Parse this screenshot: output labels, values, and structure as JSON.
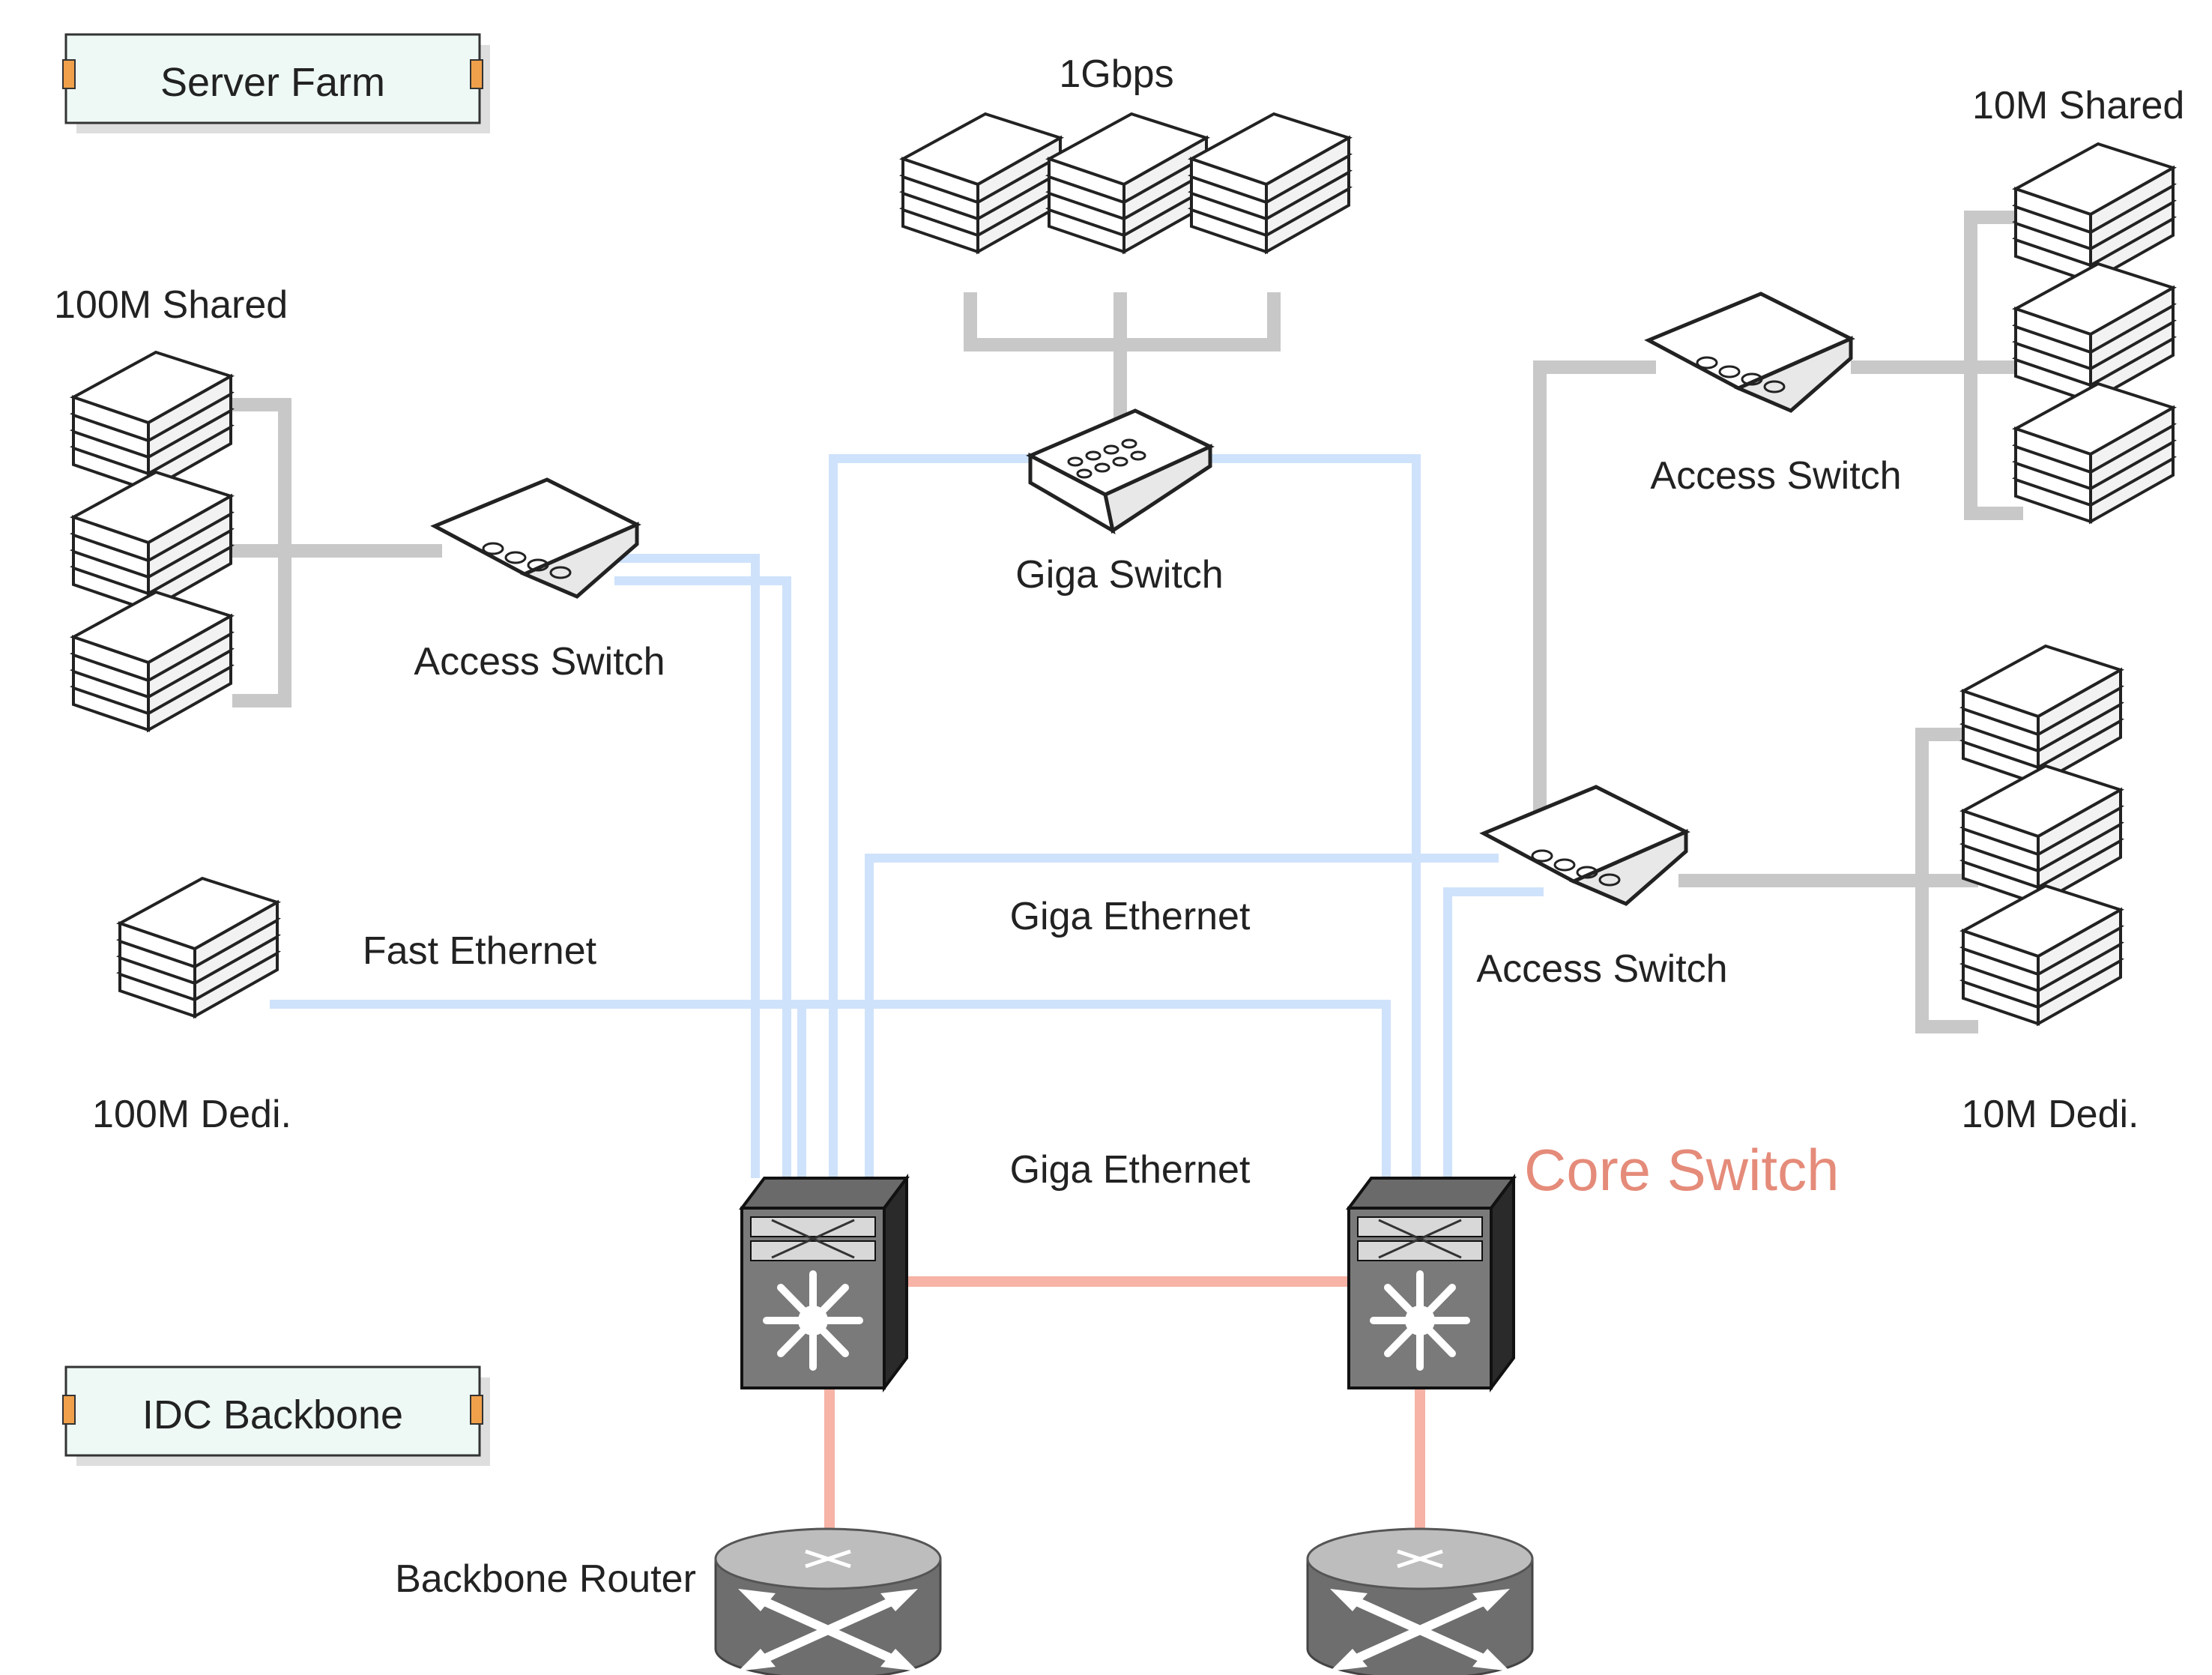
{
  "legend": {
    "server_farm": "Server Farm",
    "idc_backbone": "IDC Backbone"
  },
  "labels": {
    "gbps": "1Gbps",
    "shared_100m": "100M Shared",
    "shared_10m": "10M Shared",
    "dedi_100m": "100M Dedi.",
    "dedi_10m": "10M Dedi.",
    "access_switch_left": "Access Switch",
    "access_switch_top_right": "Access Switch",
    "access_switch_mid_right": "Access Switch",
    "giga_switch": "Giga Switch",
    "fast_ethernet": "Fast Ethernet",
    "giga_ethernet_upper": "Giga Ethernet",
    "giga_ethernet_lower": "Giga Ethernet",
    "core_switch": "Core Switch",
    "backbone_router": "Backbone Router"
  },
  "colors": {
    "grey_link": "#c8c8c8",
    "blue_link": "#cfe2fb",
    "red_link": "#f6b3a6",
    "core_label": "#e58b7a",
    "legend_fill": "#eef9f6",
    "legend_tab": "#f0a04a"
  }
}
